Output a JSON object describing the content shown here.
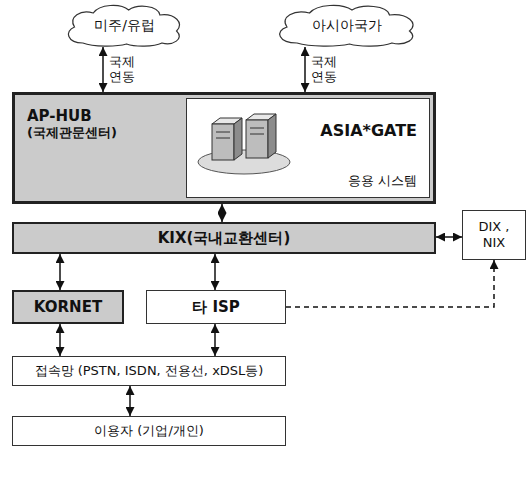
{
  "diagram": {
    "nodes": [
      {
        "text": [
          "미주/유럽"
        ]
      },
      {
        "text": [
          "아시아국가"
        ]
      },
      {
        "text": [
          "AP-HUB",
          "(국제관문센터)"
        ]
      },
      {
        "text": [
          "ASIA*GATE",
          "응용 시스템"
        ],
        "in": 2
      },
      {
        "text": [
          "KIX(국내교환센터)"
        ]
      },
      {
        "text": [
          "DIX , NIX"
        ]
      },
      {
        "text": [
          "KORNET"
        ]
      },
      {
        "text": [
          "타 ISP"
        ]
      },
      {
        "text": [
          "접속망 (PSTN, ISDN, 전용선, xDSL등)"
        ]
      },
      {
        "text": [
          "이용자 (기업/개인)"
        ]
      }
    ],
    "edges": [
      {
        "from": 0,
        "to": 2,
        "label": "국제 연동",
        "arrow": "both"
      },
      {
        "from": 1,
        "to": 2,
        "label": "국제 연동",
        "arrow": "both"
      },
      {
        "from": 2,
        "to": 4,
        "arrow": "both"
      },
      {
        "from": 4,
        "to": 5,
        "arrow": "both"
      },
      {
        "from": 4,
        "to": 6,
        "arrow": "both"
      },
      {
        "from": 4,
        "to": 7,
        "arrow": "both"
      },
      {
        "from": 7,
        "to": 5,
        "arrow": "to"
      },
      {
        "from": 6,
        "to": 8,
        "arrow": "both"
      },
      {
        "from": 7,
        "to": 8,
        "arrow": "both"
      },
      {
        "from": 8,
        "to": 9,
        "arrow": "both"
      }
    ]
  }
}
